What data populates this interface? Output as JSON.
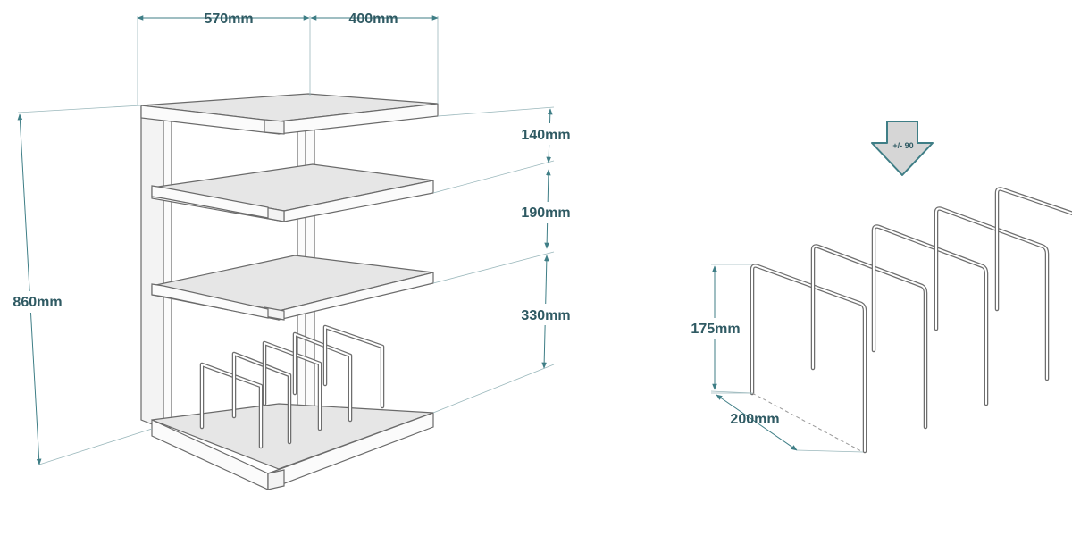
{
  "shelf_unit": {
    "width_label": "570mm",
    "depth_label": "400mm",
    "height_label": "860mm",
    "gap_top_label": "140mm",
    "gap_middle_label": "190mm",
    "gap_bottom_label": "330mm"
  },
  "record_divider": {
    "orientation_badge": "+/- 90",
    "height_label": "175mm",
    "depth_label": "200mm"
  },
  "colors": {
    "dimension": "#3f7e86",
    "label": "#2f5a63",
    "outline": "#6a6a6a",
    "shelf_top": "#e6e6e6",
    "arrow_fill": "#d6d6d6"
  }
}
